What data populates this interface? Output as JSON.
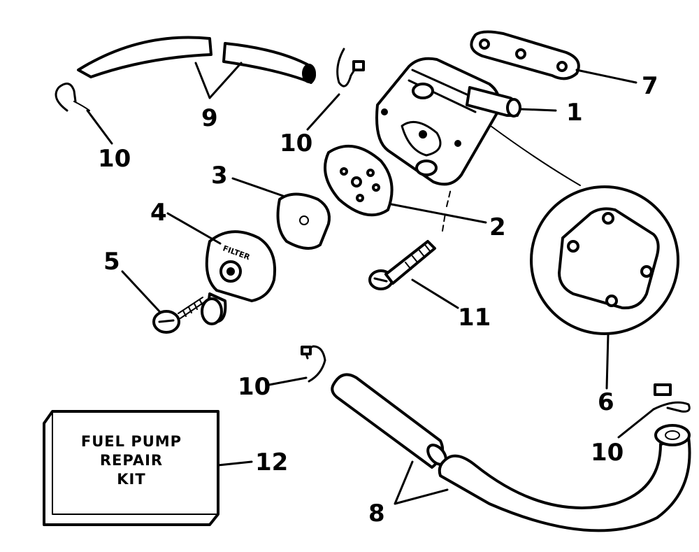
{
  "callouts": {
    "c1": "1",
    "c2": "2",
    "c3": "3",
    "c4": "4",
    "c5": "5",
    "c6": "6",
    "c7": "7",
    "c8": "8",
    "c9": "9",
    "c10a": "10",
    "c10b": "10",
    "c10c": "10",
    "c10d": "10",
    "c11": "11",
    "c12": "12"
  },
  "repair_kit": {
    "line1": "FUEL PUMP",
    "line2": "REPAIR",
    "line3": "KIT"
  },
  "filter_cover_text": "FILTER"
}
